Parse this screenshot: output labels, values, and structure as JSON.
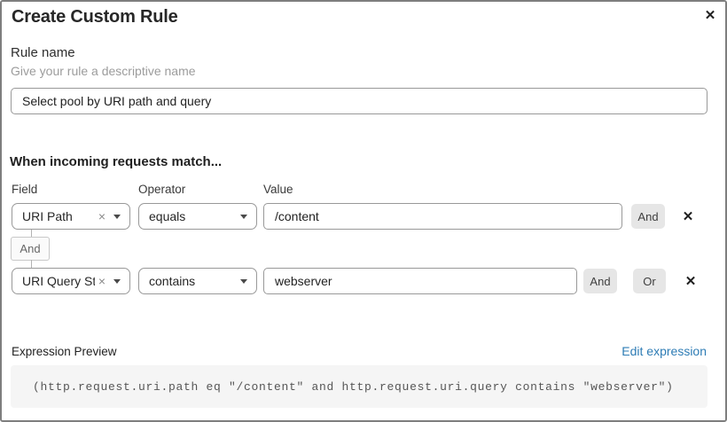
{
  "header": {
    "title": "Create Custom Rule"
  },
  "icons": {
    "close": "✕",
    "remove": "✕",
    "clear": "×"
  },
  "rule_name": {
    "label": "Rule name",
    "hint": "Give your rule a descriptive name",
    "value": "Select pool by URI path and query"
  },
  "match": {
    "heading": "When incoming requests match...",
    "columns": {
      "field": "Field",
      "operator": "Operator",
      "value": "Value"
    },
    "rows": [
      {
        "field": "URI Path",
        "operator": "equals",
        "value": "/content",
        "and_label": "And"
      },
      {
        "field": "URI Query St...",
        "operator": "contains",
        "value": "webserver",
        "and_label": "And",
        "or_label": "Or"
      }
    ],
    "joiner_label": "And"
  },
  "expression": {
    "label": "Expression Preview",
    "edit_link": "Edit expression",
    "value": "(http.request.uri.path eq \"/content\" and http.request.uri.query contains \"webserver\")"
  },
  "colors": {
    "link": "#2e7cb5",
    "button_bg": "#e6e6e6",
    "code_bg": "#f5f5f5",
    "border_gray": "#999999"
  }
}
